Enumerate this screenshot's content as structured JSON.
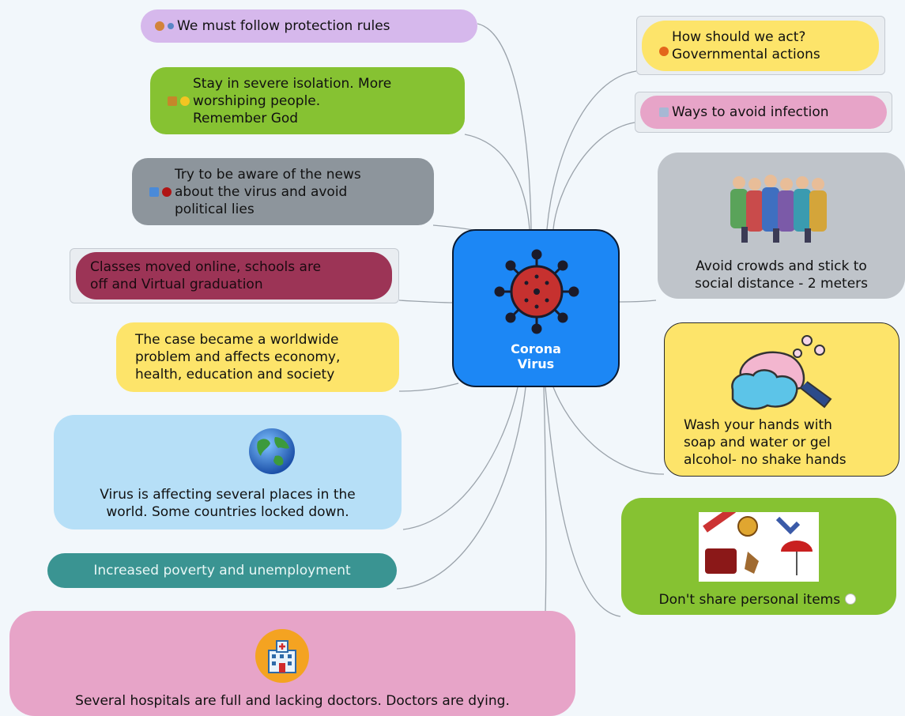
{
  "center": {
    "line1": "Corona",
    "line2": "Virus"
  },
  "left": {
    "rules": "We must follow protection rules",
    "isolation": [
      "Stay in severe isolation. More",
      "worshiping people.",
      "Remember God"
    ],
    "news": [
      "Try to be aware of the news",
      "about the virus and avoid",
      "political lies"
    ],
    "classes": [
      "Classes moved online, schools are",
      "off and Virtual graduation"
    ],
    "worldwide": [
      "The case became a worldwide",
      "problem and affects economy,",
      "health, education and society"
    ],
    "places": [
      "Virus is affecting several places in the",
      "world. Some countries locked down."
    ],
    "poverty": "Increased poverty and unemployment",
    "hospitals": "Several hospitals are full and lacking doctors. Doctors are dying."
  },
  "right": {
    "act": [
      "How should we act?",
      "Governmental actions"
    ],
    "ways": "Ways to avoid infection",
    "crowds": [
      "Avoid crowds and stick to",
      "social distance - 2 meters"
    ],
    "wash": [
      "Wash your hands with",
      "soap and water or gel",
      "alcohol- no shake hands"
    ],
    "share": "Don't share personal items"
  },
  "icons": [
    "virus-icon",
    "globe-icon",
    "hospital-icon",
    "crowd-icon",
    "handwash-icon",
    "personal-items-icon"
  ],
  "colors": {
    "lavender": "#d6b8ec",
    "green": "#86c232",
    "gray": "#8d959c",
    "maroon": "#9c3456",
    "yellow": "#fde46a",
    "lightblue": "#b6dff7",
    "teal": "#3a9492",
    "pink": "#e7a4c8",
    "center": "#1c87f5",
    "silver": "#bfc4ca"
  }
}
